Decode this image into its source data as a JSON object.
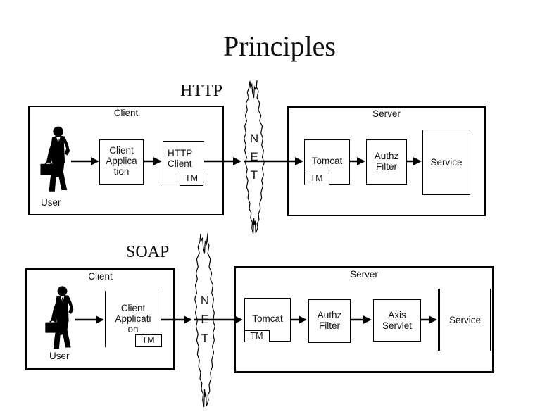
{
  "title": "Principles",
  "http": {
    "heading": "HTTP",
    "client": {
      "label": "Client",
      "user": "User",
      "app_lines": [
        "Client",
        "Applica",
        "tion"
      ],
      "http_client_lines": [
        "HTTP",
        "Client"
      ],
      "tm": "TM"
    },
    "net_letters": [
      "N",
      "E",
      "T"
    ],
    "server": {
      "label": "Server",
      "tomcat": "Tomcat",
      "tomcat_tm": "TM",
      "authz_lines": [
        "Authz",
        "Filter"
      ],
      "service": "Service"
    }
  },
  "soap": {
    "heading": "SOAP",
    "client": {
      "label": "Client",
      "user": "User",
      "app_lines": [
        "Client",
        "Applicati",
        "on"
      ],
      "tm": "TM"
    },
    "net_letters": [
      "N",
      "E",
      "T"
    ],
    "server": {
      "label": "Server",
      "tomcat": "Tomcat",
      "tomcat_tm": "TM",
      "authz_lines": [
        "Authz",
        "Filter"
      ],
      "axis_lines": [
        "Axis",
        "Servlet"
      ],
      "service": "Service"
    }
  },
  "colors": {
    "ink": "#000000",
    "background": "#ffffff"
  }
}
